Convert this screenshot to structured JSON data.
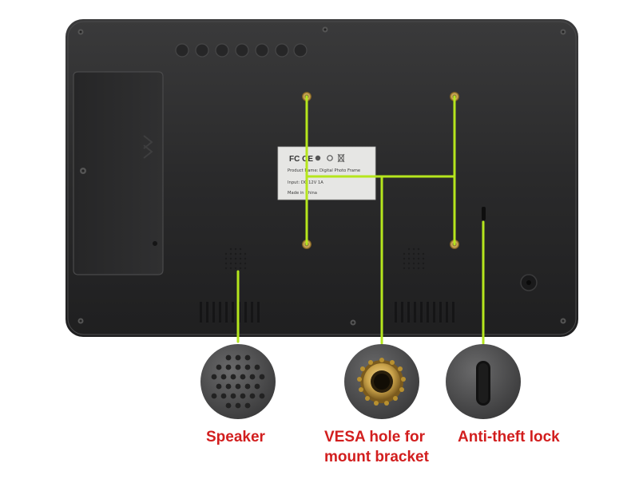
{
  "sticker": {
    "marks": "FC CE",
    "line1": "Product Name: Digital Photo Frame",
    "line2": "Input: DC 12V 1A",
    "line3": "Made in China"
  },
  "callouts": {
    "speaker": "Speaker",
    "vesa_line1": "VESA hole for",
    "vesa_line2": "mount bracket",
    "lock": "Anti-theft lock"
  },
  "colors": {
    "device_body": "#2b2b2c",
    "callout_line": "#b5e61d",
    "label_text": "#d21e1e",
    "brass_insert": "#c9a24a"
  },
  "icons": [
    "fcc-mark-icon",
    "ce-mark-icon",
    "recycle-icon",
    "weee-bin-icon"
  ]
}
